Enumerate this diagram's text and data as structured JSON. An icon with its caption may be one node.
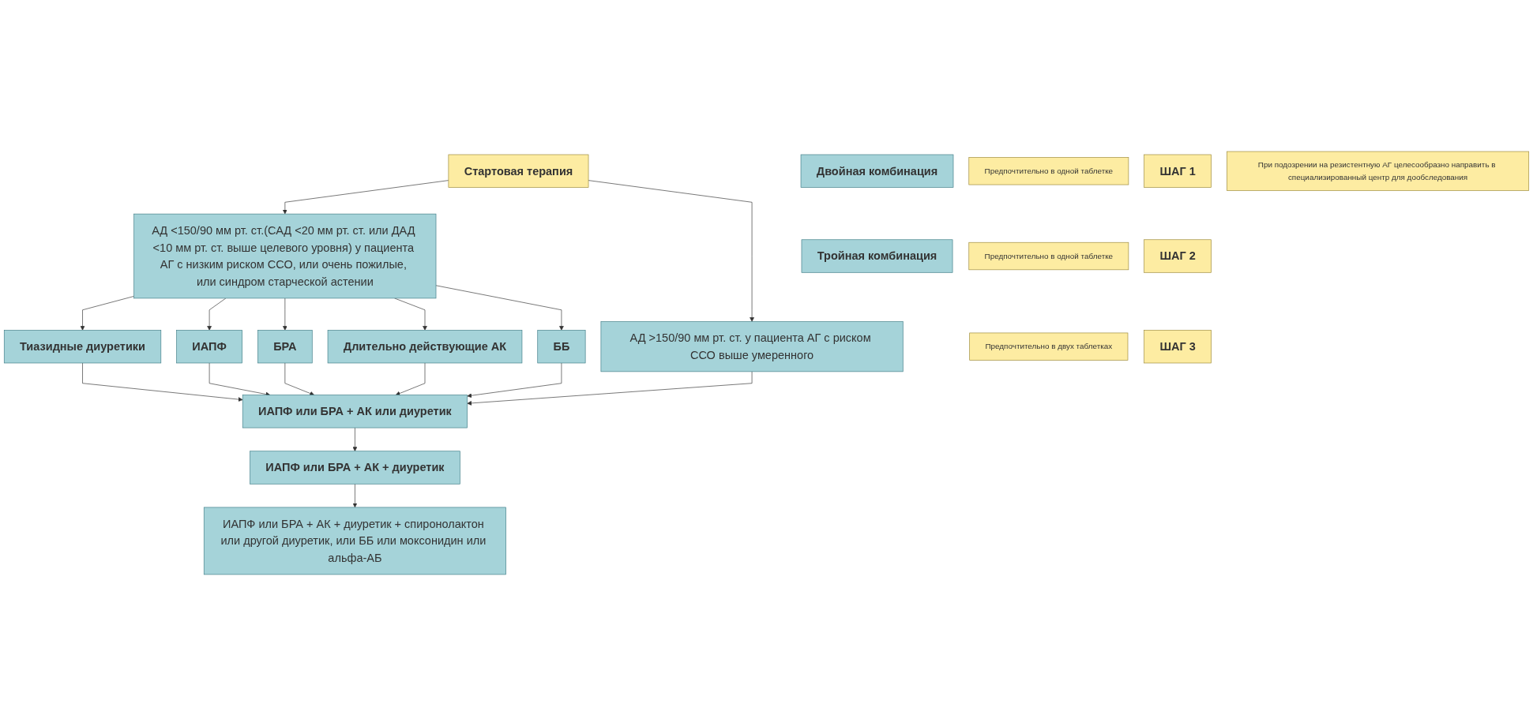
{
  "diagram": {
    "nodes": [
      {
        "text": [
          "Стартовая терапия"
        ]
      },
      {
        "text": [
          "АД <150/90 мм рт. ст.(САД <20 мм рт. ст. или ДАД <10 мм рт. ст. выше целевого уровня) у пациента АГ с низким риском ССО, или очень пожилые, или синдром старческой астении"
        ]
      },
      {
        "text": [
          "АД >150/90 мм рт. ст. у пациента АГ с риском ССО выше умеренного"
        ]
      },
      {
        "text": [
          "Тиазидные диуретики"
        ]
      },
      {
        "text": [
          "ИАПФ"
        ]
      },
      {
        "text": [
          "БРА"
        ]
      },
      {
        "text": [
          "Длительно действующие АК"
        ]
      },
      {
        "text": [
          "ББ"
        ]
      },
      {
        "text": [
          "Предпочтительно в одной таблетке"
        ]
      },
      {
        "text": [
          "Двойная комбинация"
        ]
      },
      {
        "text": [
          "ИАПФ или БРА + АК или диуретик"
        ]
      },
      {
        "text": [
          "ШАГ 1"
        ]
      },
      {
        "text": [
          "Предпочтительно в одной таблетке"
        ]
      },
      {
        "text": [
          "Тройная комбинация"
        ]
      },
      {
        "text": [
          "ИАПФ или БРА + АК + диуретик"
        ]
      },
      {
        "text": [
          "При подозрении на резистентную АГ целесообразно направить в специализированный центр для дообследования"
        ]
      },
      {
        "text": [
          "ШАГ 2"
        ]
      },
      {
        "text": [
          "Предпочтительно в двух таблетках"
        ]
      },
      {
        "text": [
          "ШАГ 3"
        ]
      },
      {
        "text": [
          "ИАПФ или БРА + АК + диуретик + спиронолактон или другой диуретик, или ББ или моксонидин или альфа-АБ"
        ]
      }
    ],
    "edges": [
      {
        "from": 0,
        "to": 1,
        "arrow": "to"
      },
      {
        "from": 0,
        "to": 2,
        "arrow": "to"
      },
      {
        "from": 1,
        "to": 3,
        "arrow": "to"
      },
      {
        "from": 1,
        "to": 4,
        "arrow": "to"
      },
      {
        "from": 1,
        "to": 5,
        "arrow": "to"
      },
      {
        "from": 1,
        "to": 6,
        "arrow": "to"
      },
      {
        "from": 1,
        "to": 7,
        "arrow": "to"
      },
      {
        "from": 3,
        "to": 10,
        "arrow": "to"
      },
      {
        "from": 4,
        "to": 10,
        "arrow": "to"
      },
      {
        "from": 5,
        "to": 10,
        "arrow": "to"
      },
      {
        "from": 6,
        "to": 10,
        "arrow": "to"
      },
      {
        "from": 7,
        "to": 10,
        "arrow": "to"
      },
      {
        "from": 2,
        "to": 10,
        "arrow": "to"
      },
      {
        "from": 10,
        "to": 14,
        "arrow": "to"
      },
      {
        "from": 14,
        "to": 19,
        "arrow": "to"
      }
    ]
  }
}
